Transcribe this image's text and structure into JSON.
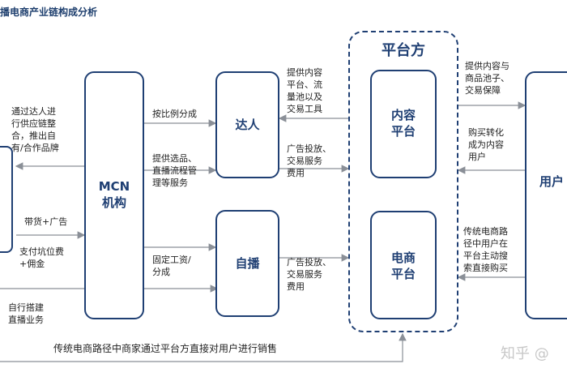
{
  "title": "播电商产业链构成分析",
  "nodes": {
    "mcn": "MCN\n机构",
    "daren": "达人",
    "zibo": "自播",
    "platform_title": "平台方",
    "content_platform": "内容\n平台",
    "ecommerce_platform": "电商\n平台",
    "users": "用户"
  },
  "labels": {
    "brand_left": "通过达人进\n行供应链整\n合，推出自\n有/合作品牌",
    "daihuo": "带货+广告",
    "kengwei": "支付坑位费\n+佣金",
    "zixing": "自行搭建\n直播业务",
    "fencheng": "按比例分成",
    "xuanpin": "提供选品、\n直播流程管\n理等服务",
    "gongzi": "固定工资/\n分成",
    "tigong_neirong": "提供内容\n平台、流\n量池以及\n交易工具",
    "ad_daren": "广告投放、\n交易服务\n费用",
    "ad_zibo": "广告投放、\n交易服务\n费用",
    "user_provide": "提供内容与\n商品池子、\n交易保障",
    "user_convert": "购买转化\n成为内容\n用户",
    "user_traditional": "传统电商路\n径中用户在\n平台主动搜\n索直接购买",
    "bottom": "传统电商路径中商家通过平台方直接对用户进行销售"
  },
  "watermark": "知乎 @",
  "colors": {
    "box_border": "#1f3f73",
    "arrow": "#8a8f97",
    "title": "#1e3f6e"
  }
}
